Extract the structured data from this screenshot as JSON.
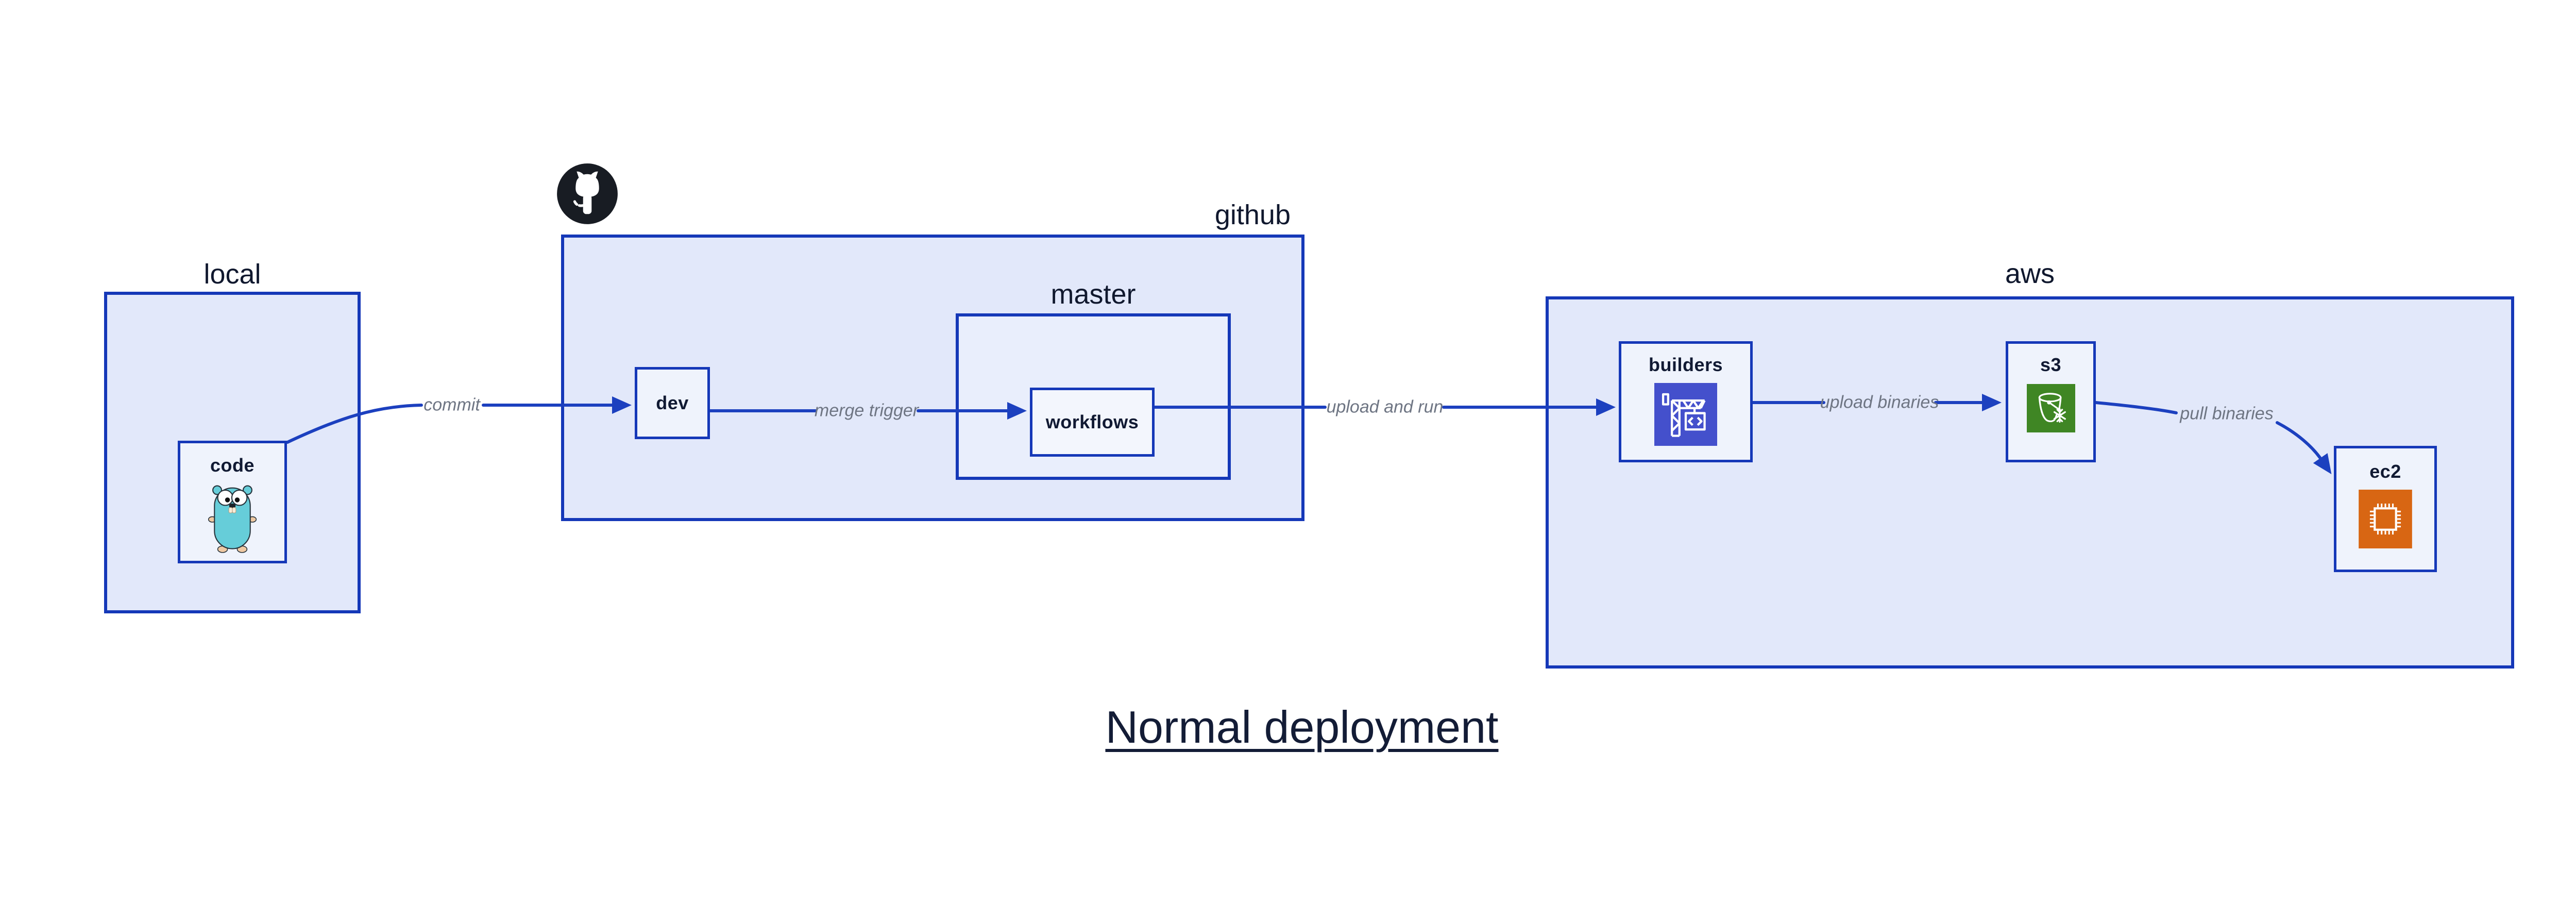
{
  "title": {
    "text": "Normal deployment"
  },
  "containers": {
    "local": "local",
    "github": "github",
    "master": "master",
    "aws": "aws"
  },
  "nodes": {
    "code": "code",
    "dev": "dev",
    "workflows": "workflows",
    "builders": "builders",
    "s3": "s3",
    "ec2": "ec2"
  },
  "edges": {
    "commit": "commit",
    "merge_trigger": "merge trigger",
    "upload_and_run": "upload and run",
    "upload_binaries": "upload binaries",
    "pull_binaries": "pull binaries"
  },
  "icons": {
    "github": "github-octocat-icon",
    "code": "go-gopher-icon",
    "builders": "aws-codebuild-crane-icon",
    "s3": "aws-s3-bucket-snowflake-icon",
    "ec2": "aws-ec2-chip-icon"
  },
  "colors": {
    "border_blue": "#1538b8",
    "arrow_blue": "#1c40bf",
    "container_fill": "#e2e8fa",
    "master_fill": "#e9eefc",
    "node_fill": "#eff3fc",
    "edge_label_gray": "#6e7583",
    "text_dark": "#111a33",
    "builders_icon_bg": "#4450cc",
    "s3_icon_bg": "#3f8624",
    "ec2_icon_bg": "#d86613",
    "gopher_teal": "#66cdd9",
    "octocat_black": "#181c23"
  }
}
